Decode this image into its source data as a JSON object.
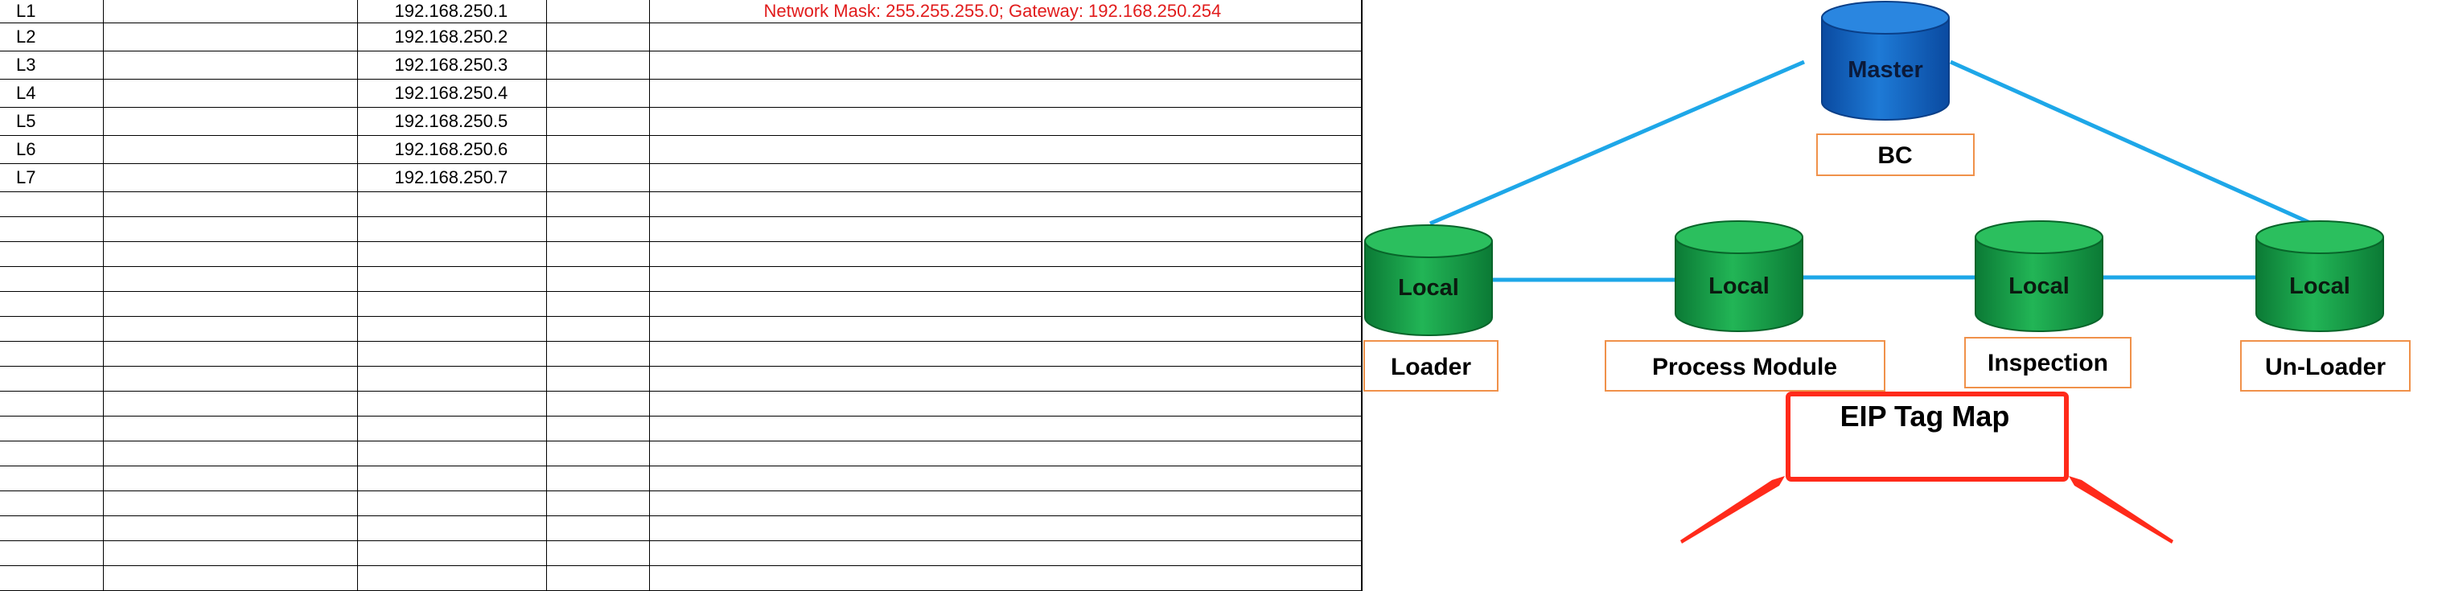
{
  "spreadsheet": {
    "note": "Network Mask: 255.255.255.0; Gateway: 192.168.250.254",
    "rows": [
      {
        "name": "L1",
        "ip": "192.168.250.1"
      },
      {
        "name": "L2",
        "ip": "192.168.250.2"
      },
      {
        "name": "L3",
        "ip": "192.168.250.3"
      },
      {
        "name": "L4",
        "ip": "192.168.250.4"
      },
      {
        "name": "L5",
        "ip": "192.168.250.5"
      },
      {
        "name": "L6",
        "ip": "192.168.250.6"
      },
      {
        "name": "L7",
        "ip": "192.168.250.7"
      }
    ]
  },
  "diagram": {
    "master": {
      "label": "Master",
      "caption": "BC"
    },
    "locals": [
      {
        "label": "Local",
        "caption": "Loader"
      },
      {
        "label": "Local",
        "caption": "Process Module"
      },
      {
        "label": "Local",
        "caption": "Inspection"
      },
      {
        "label": "Local",
        "caption": "Un-Loader"
      }
    ],
    "callout": "EIP Tag Map",
    "colors": {
      "master": "#1565c0",
      "local": "#1f9a4a",
      "link": "#1ea7e8",
      "caption_border": "#f0914a",
      "callout": "#ff2a1a"
    }
  }
}
